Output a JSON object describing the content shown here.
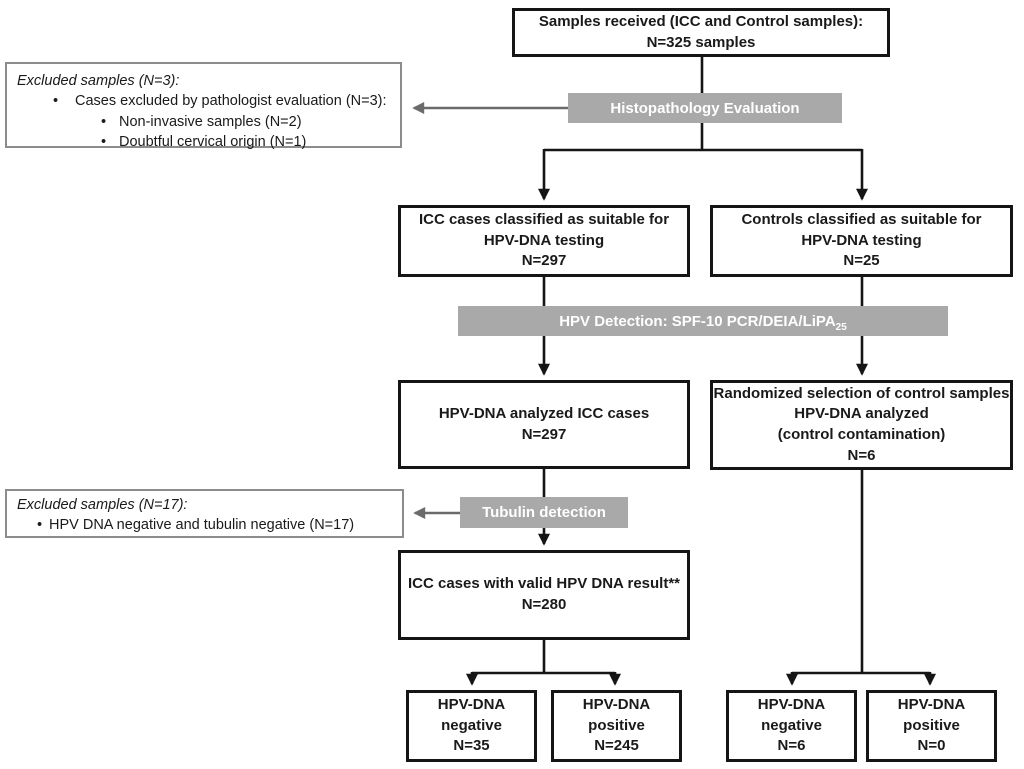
{
  "nodes": {
    "received": {
      "lines": [
        "Samples received (ICC and Control samples):",
        "N=325 samples"
      ]
    },
    "icc_suitable": {
      "lines": [
        "ICC cases classified as suitable for",
        "HPV-DNA testing",
        "N=297"
      ]
    },
    "controls_suitable": {
      "lines": [
        "Controls classified as suitable for",
        "HPV-DNA testing",
        "N=25"
      ]
    },
    "icc_analyzed": {
      "lines": [
        "HPV-DNA analyzed ICC cases",
        "N=297"
      ]
    },
    "randomized_controls": {
      "lines": [
        "Randomized selection of control samples",
        "HPV-DNA analyzed",
        "(control contamination)",
        "N=6"
      ]
    },
    "icc_valid": {
      "lines": [
        "ICC cases with valid HPV DNA result**",
        "N=280"
      ]
    },
    "icc_negative": {
      "lines": [
        "HPV-DNA",
        "negative",
        "N=35"
      ]
    },
    "icc_positive": {
      "lines": [
        "HPV-DNA",
        "positive",
        "N=245"
      ]
    },
    "control_negative": {
      "lines": [
        "HPV-DNA",
        "negative",
        "N=6"
      ]
    },
    "control_positive": {
      "lines": [
        "HPV-DNA",
        "positive",
        "N=0"
      ]
    }
  },
  "process_bars": {
    "histopathology": {
      "label": "Histopathology Evaluation"
    },
    "hpv_detection": {
      "label": "HPV Detection: SPF-10 PCR/DEIA/LiPA",
      "subscript": "25"
    },
    "tubulin": {
      "label": "Tubulin detection"
    }
  },
  "exclusions": {
    "pathology": {
      "title": "Excluded samples (N=3):",
      "items": [
        "Cases excluded by pathologist evaluation (N=3):"
      ],
      "subitems": [
        "Non-invasive samples (N=2)",
        "Doubtful cervical origin (N=1)"
      ]
    },
    "tubulin": {
      "title": "Excluded samples (N=17):",
      "items": [
        "HPV DNA negative and tubulin negative (N=17)"
      ]
    }
  },
  "colors": {
    "bar_background": "#a9a9a9",
    "bar_text": "#ffffff",
    "box_border": "#151515",
    "exclusion_border": "#8c8c8c",
    "connector": "#151515",
    "gray_arrow": "#6b6b6b"
  }
}
